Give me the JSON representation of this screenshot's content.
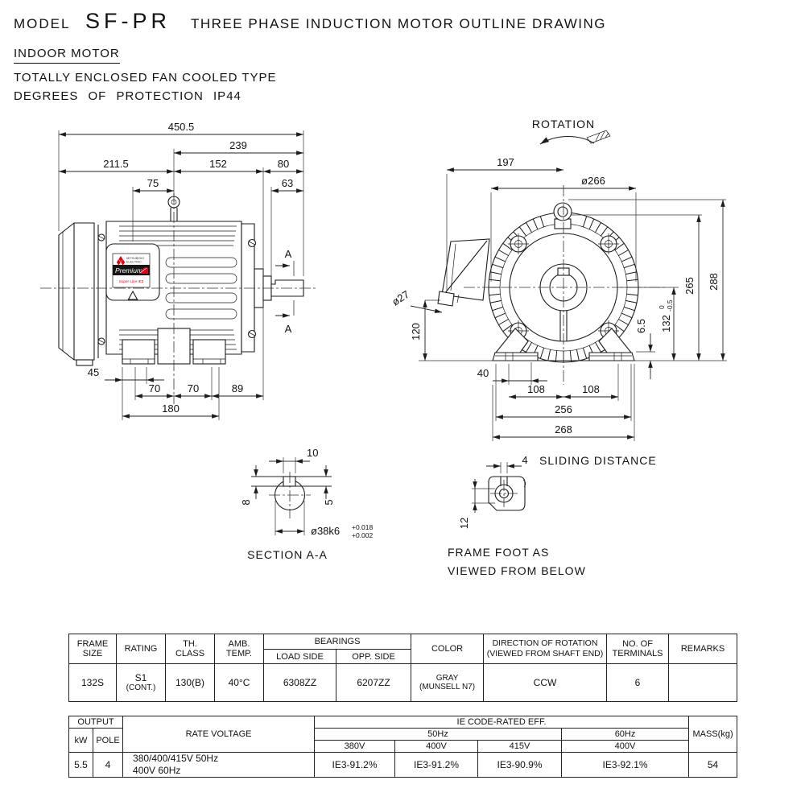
{
  "brand_color": "#e60012",
  "line_color": "#1c1c1c",
  "header": {
    "model_label": "MODEL",
    "model": "SF-PR",
    "title": "THREE PHASE INDUCTION MOTOR OUTLINE DRAWING",
    "subtitle1": "INDOOR MOTOR",
    "subtitle2": "TOTALLY ENCLOSED FAN COOLED TYPE",
    "subtitle3": "DEGREES OF PROTECTION IP44"
  },
  "nameplate": {
    "brand_line1": "MITSUBISHI",
    "brand_line2": "ELECTRIC",
    "premium": "Premium",
    "series": "Super Line IE3"
  },
  "side_view": {
    "dim_overall": "450.5",
    "dim_239": "239",
    "dim_211_5": "211.5",
    "dim_152": "152",
    "dim_80": "80",
    "dim_75": "75",
    "dim_63": "63",
    "dim_45": "45",
    "dim_70_left": "70",
    "dim_70_right": "70",
    "dim_89": "89",
    "dim_180": "180",
    "section_mark_top": "A",
    "section_mark_bottom": "A"
  },
  "front_view": {
    "rotation_label": "ROTATION",
    "dim_197": "197",
    "dim_dia266": "ø266",
    "dim_dia27": "ø27",
    "dim_120": "120",
    "dim_40": "40",
    "dim_108_left": "108",
    "dim_108_right": "108",
    "dim_256": "256",
    "dim_268": "268",
    "dim_6_5": "6.5",
    "dim_132": "132",
    "dim_132_tol_hi": "0",
    "dim_132_tol_lo": "-0.5",
    "dim_265": "265",
    "dim_288": "288"
  },
  "section_aa": {
    "caption": "SECTION A-A",
    "dim_10": "10",
    "dim_8": "8",
    "dim_5": "5",
    "shaft_dia": "ø38k6",
    "tol_hi": "+0.018",
    "tol_lo": "+0.002"
  },
  "frame_foot": {
    "dim_4": "4",
    "sliding_label": "SLIDING DISTANCE",
    "dim_12": "12",
    "caption1": "FRAME FOOT AS",
    "caption2": "VIEWED FROM BELOW"
  },
  "spec_table": {
    "h_frame1": "FRAME",
    "h_frame2": "SIZE",
    "h_rating": "RATING",
    "h_th1": "TH.",
    "h_th2": "CLASS",
    "h_amb1": "AMB.",
    "h_amb2": "TEMP.",
    "h_bearings": "BEARINGS",
    "h_load": "LOAD SIDE",
    "h_opp": "OPP. SIDE",
    "h_color": "COLOR",
    "h_dir1": "DIRECTION OF ROTATION",
    "h_dir2": "(VIEWED FROM SHAFT END)",
    "h_term1": "NO. OF",
    "h_term2": "TERMINALS",
    "h_remarks": "REMARKS",
    "frame_size": "132S",
    "rating1": "S1",
    "rating2": "(CONT.)",
    "th_class": "130(B)",
    "amb_temp": "40°C",
    "load_side": "6308ZZ",
    "opp_side": "6207ZZ",
    "color1": "GRAY",
    "color2": "(MUNSELL N7)",
    "direction": "CCW",
    "terminals": "6",
    "remarks": ""
  },
  "perf_table": {
    "h_output": "OUTPUT",
    "h_kw": "kW",
    "h_pole": "POLE",
    "h_voltage": "RATE VOLTAGE",
    "h_ie": "IE CODE-RATED EFF.",
    "h_50": "50Hz",
    "h_60": "60Hz",
    "h_v380": "380V",
    "h_v400_50": "400V",
    "h_v415": "415V",
    "h_v400_60": "400V",
    "h_mass": "MASS(kg)",
    "kw": "5.5",
    "pole": "4",
    "voltage_line1": "380/400/415V 50Hz",
    "voltage_line2": "400V 60Hz",
    "eff_380": "IE3-91.2%",
    "eff_400_50": "IE3-91.2%",
    "eff_415": "IE3-90.9%",
    "eff_400_60": "IE3-92.1%",
    "mass": "54"
  }
}
